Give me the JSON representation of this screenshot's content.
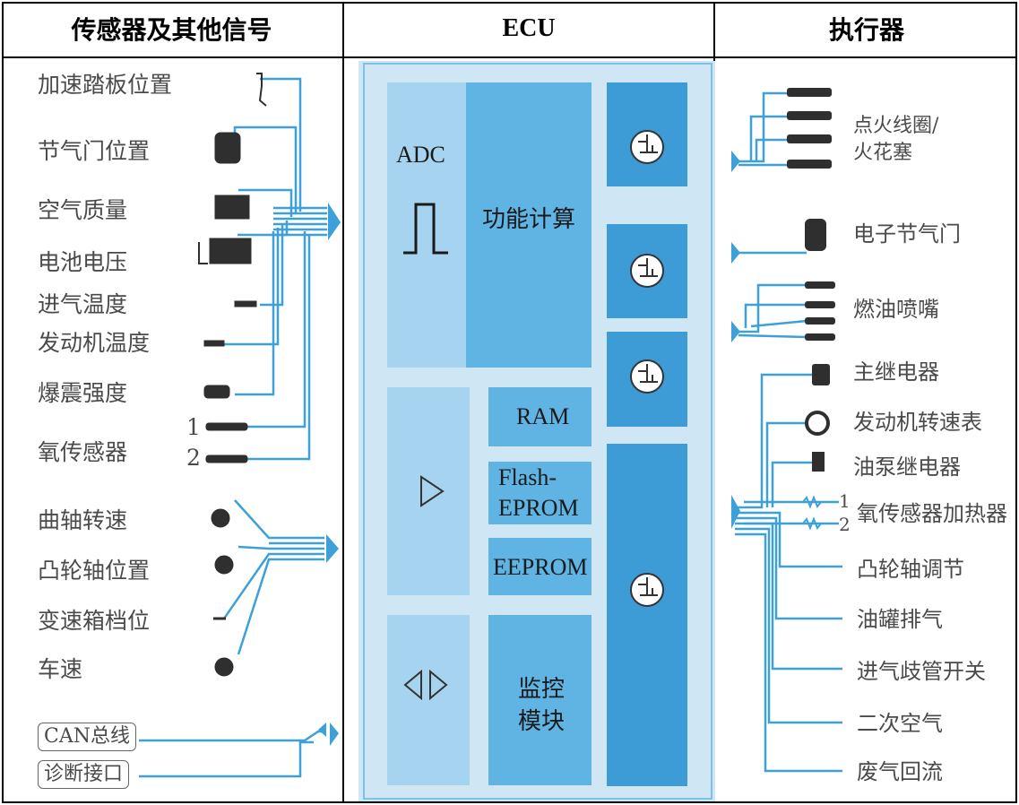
{
  "headers": {
    "sensors": "传感器及其他信号",
    "ecu": "ECU",
    "actuators": "执行器"
  },
  "sensors": {
    "pedal": "加速踏板位置",
    "throttle": "节气门位置",
    "air_mass": "空气质量",
    "battery": "电池电压",
    "intake_temp": "进气温度",
    "engine_temp": "发动机温度",
    "knock": "爆震强度",
    "oxygen": "氧传感器",
    "oxygen_1": "1",
    "oxygen_2": "2",
    "crank": "曲轴转速",
    "cam": "凸轮轴位置",
    "gear": "变速箱档位",
    "speed": "车速",
    "can": "CAN总线",
    "diag": "诊断接口"
  },
  "ecu": {
    "adc": "ADC",
    "function": "功能计算",
    "ram": "RAM",
    "flash_1": "Flash-",
    "flash_2": "EPROM",
    "eeprom": "EEPROM",
    "monitor_1": "监控",
    "monitor_2": "模块"
  },
  "actuators": {
    "ignition_1": "点火线圈/",
    "ignition_2": "火花塞",
    "etc": "电子节气门",
    "injector": "燃油喷嘴",
    "main_relay": "主继电器",
    "tacho": "发动机转速表",
    "pump_relay": "油泵继电器",
    "o2_heater": "氧传感器加热器",
    "o2_heater_1": "1",
    "o2_heater_2": "2",
    "cam_adjust": "凸轮轴调节",
    "tank_vent": "油罐排气",
    "intake_switch": "进气歧管开关",
    "secondary_air": "二次空气",
    "egr": "废气回流"
  },
  "colors": {
    "line": "#3ea0d8",
    "box_mid": "#5fb4e3",
    "box_dark": "#3d9bd6",
    "box_light": "#a6d3ef",
    "ecu_bg": "#cfe7f5"
  }
}
